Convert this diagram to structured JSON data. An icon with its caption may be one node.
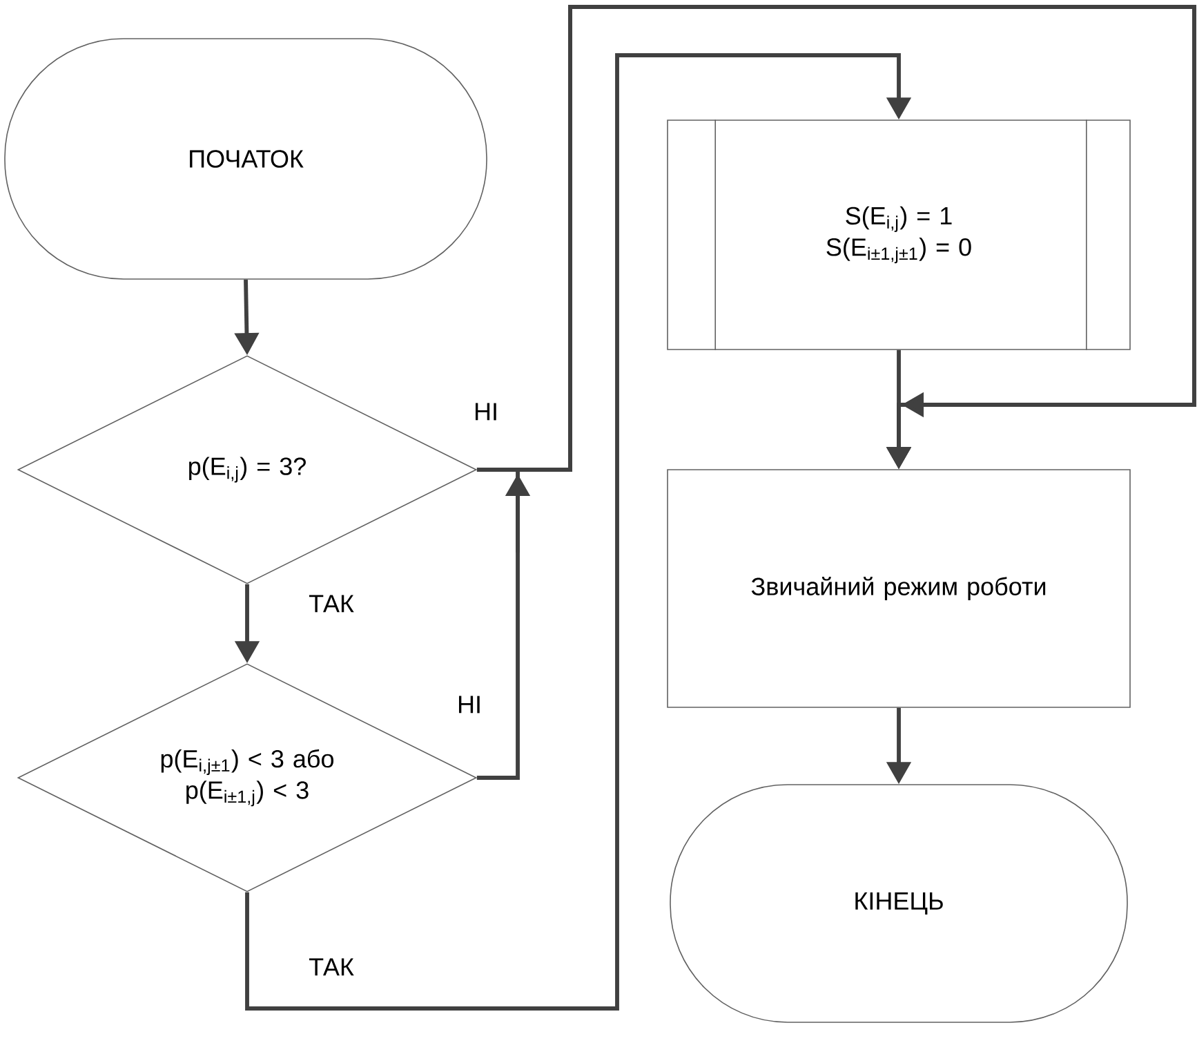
{
  "diagram": {
    "nodes": [
      {
        "text": [
          "ПОЧАТОК"
        ]
      },
      {
        "text": [
          "p(E$_{i,j}$) = 3?"
        ]
      },
      {
        "text": [
          "p(E$_{i,j±1}$) < 3 або p(E$_{i±1,j}$) < 3"
        ]
      },
      {
        "text": [
          "S(E$_{i,j}$) = 1 S(E$_{i±1,j±1}$) = 0"
        ]
      },
      {
        "text": [
          "Звичайний режим роботи"
        ]
      },
      {
        "text": [
          "КІНЕЦЬ"
        ]
      }
    ],
    "edges": [
      {
        "from": 0,
        "to": 1,
        "arrow": "to"
      },
      {
        "from": 1,
        "to": 2,
        "arrow": "to",
        "label": "ТАК"
      },
      {
        "from": 1,
        "to": 4,
        "arrow": "to",
        "label": "НІ"
      },
      {
        "from": 2,
        "to": 4,
        "arrow": "to",
        "label": "НІ"
      },
      {
        "from": 2,
        "to": 3,
        "arrow": "to",
        "label": "ТАК"
      },
      {
        "from": 3,
        "to": 4,
        "arrow": "to"
      },
      {
        "from": 4,
        "to": 5,
        "arrow": "to"
      }
    ]
  }
}
